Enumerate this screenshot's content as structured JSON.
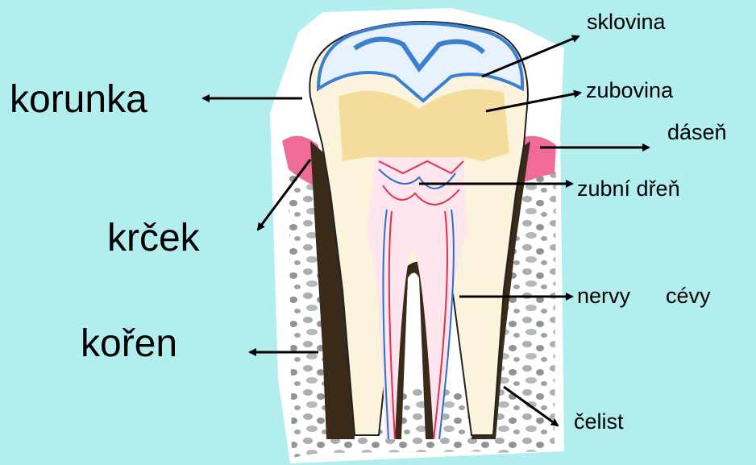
{
  "labels": {
    "korunka": "korunka",
    "krcek": "krček",
    "koren": "kořen",
    "sklovina": "sklovina",
    "zubovina": "zubovina",
    "dasen": "dáseň",
    "zubni_dren": "zubní dřeň",
    "nervy": "nervy",
    "cevy": "cévy",
    "celist": "čelist"
  },
  "colors": {
    "background": "#b2eeee",
    "enamel_blue": "#3a7fd0",
    "dentin": "#f3dc9c",
    "gum": "#f06a9a",
    "bone": "#9aa0a0",
    "cementum": "#3a2a1a",
    "nerve_red": "#e03050",
    "vessel_blue": "#2a70d0"
  }
}
